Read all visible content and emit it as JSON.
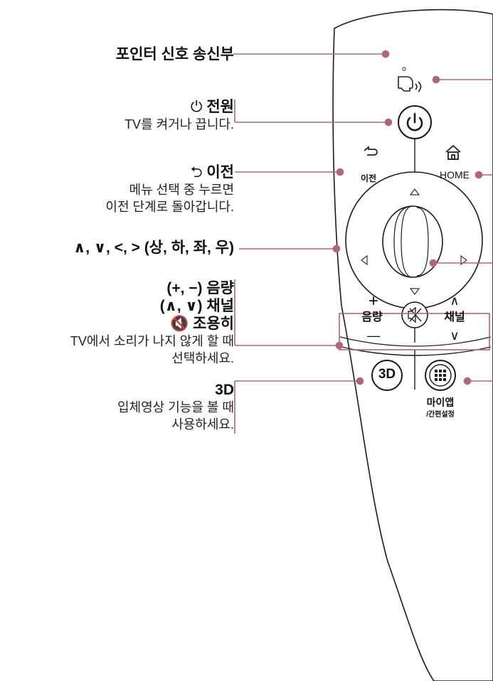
{
  "colors": {
    "accent": "#b0647f",
    "outline": "#1a1a1a"
  },
  "labels": {
    "pointer": {
      "title": "포인터 신호 송신부"
    },
    "power": {
      "icon": "power-icon",
      "title": "전원",
      "desc": "TV를 켜거나 끕니다."
    },
    "back": {
      "icon": "back-arrow-icon",
      "title": "이전",
      "desc1": "메뉴 선택 중 누르면",
      "desc2": "이전 단계로 돌아갑니다."
    },
    "nav": {
      "title": "∧, ∨, <, > (상, 하, 좌, 우)"
    },
    "volume": {
      "line1": "(+, −) 음량",
      "line2": "(∧, ∨) 채널",
      "mute_icon": "mute-icon",
      "line3": "조용히",
      "desc1": "TV에서 소리가 나지 않게 할 때",
      "desc2": "선택하세요."
    },
    "three_d": {
      "title": "3D",
      "desc1": "입체영상 기능을 볼 때",
      "desc2": "사용하세요."
    }
  },
  "remote": {
    "back_label": "이전",
    "home_label": "HOME",
    "volume_label": "음량",
    "channel_label": "채널",
    "plus_symbol": "+",
    "minus_symbol": "—",
    "ch_up_symbol": "∧",
    "ch_down_symbol": "∨",
    "three_d_label": "3D",
    "myapps_label": "마이앱",
    "myapps_sub": "/간편설정"
  }
}
